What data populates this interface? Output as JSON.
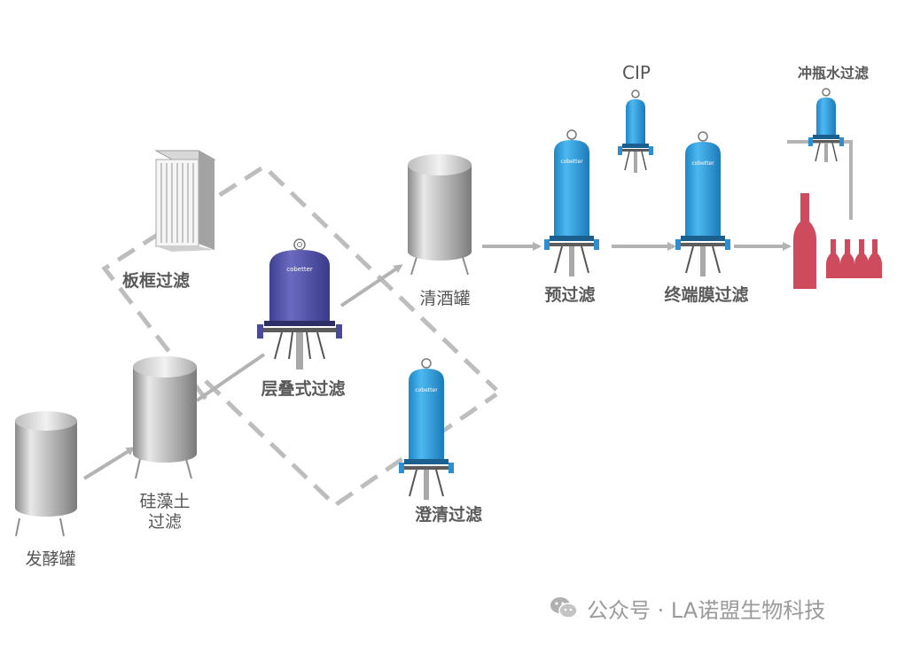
{
  "labels": {
    "fermentation_tank": "发酵罐",
    "diatomite_filter_line1": "硅藻土",
    "diatomite_filter_line2": "过滤",
    "plate_frame_filter": "板框过滤",
    "stacked_filter": "层叠式过滤",
    "clear_wine_tank": "清酒罐",
    "clarification_filter": "澄清过滤",
    "pre_filter": "预过滤",
    "cip": "CIP",
    "terminal_membrane_filter": "终端膜过滤",
    "bottle_rinse_water_filter": "冲瓶水过滤"
  },
  "housing_brand": "cobetter",
  "watermark": "公众号 · LA诺盟生物科技",
  "colors": {
    "flow_arrow": "#b3b3b3",
    "dashed_path": "#bdbdbd",
    "blue_housing": "#2ea2e3",
    "purple_housing": "#5656ad",
    "bottle": "#cd4b5c",
    "label_text": "#555555"
  }
}
